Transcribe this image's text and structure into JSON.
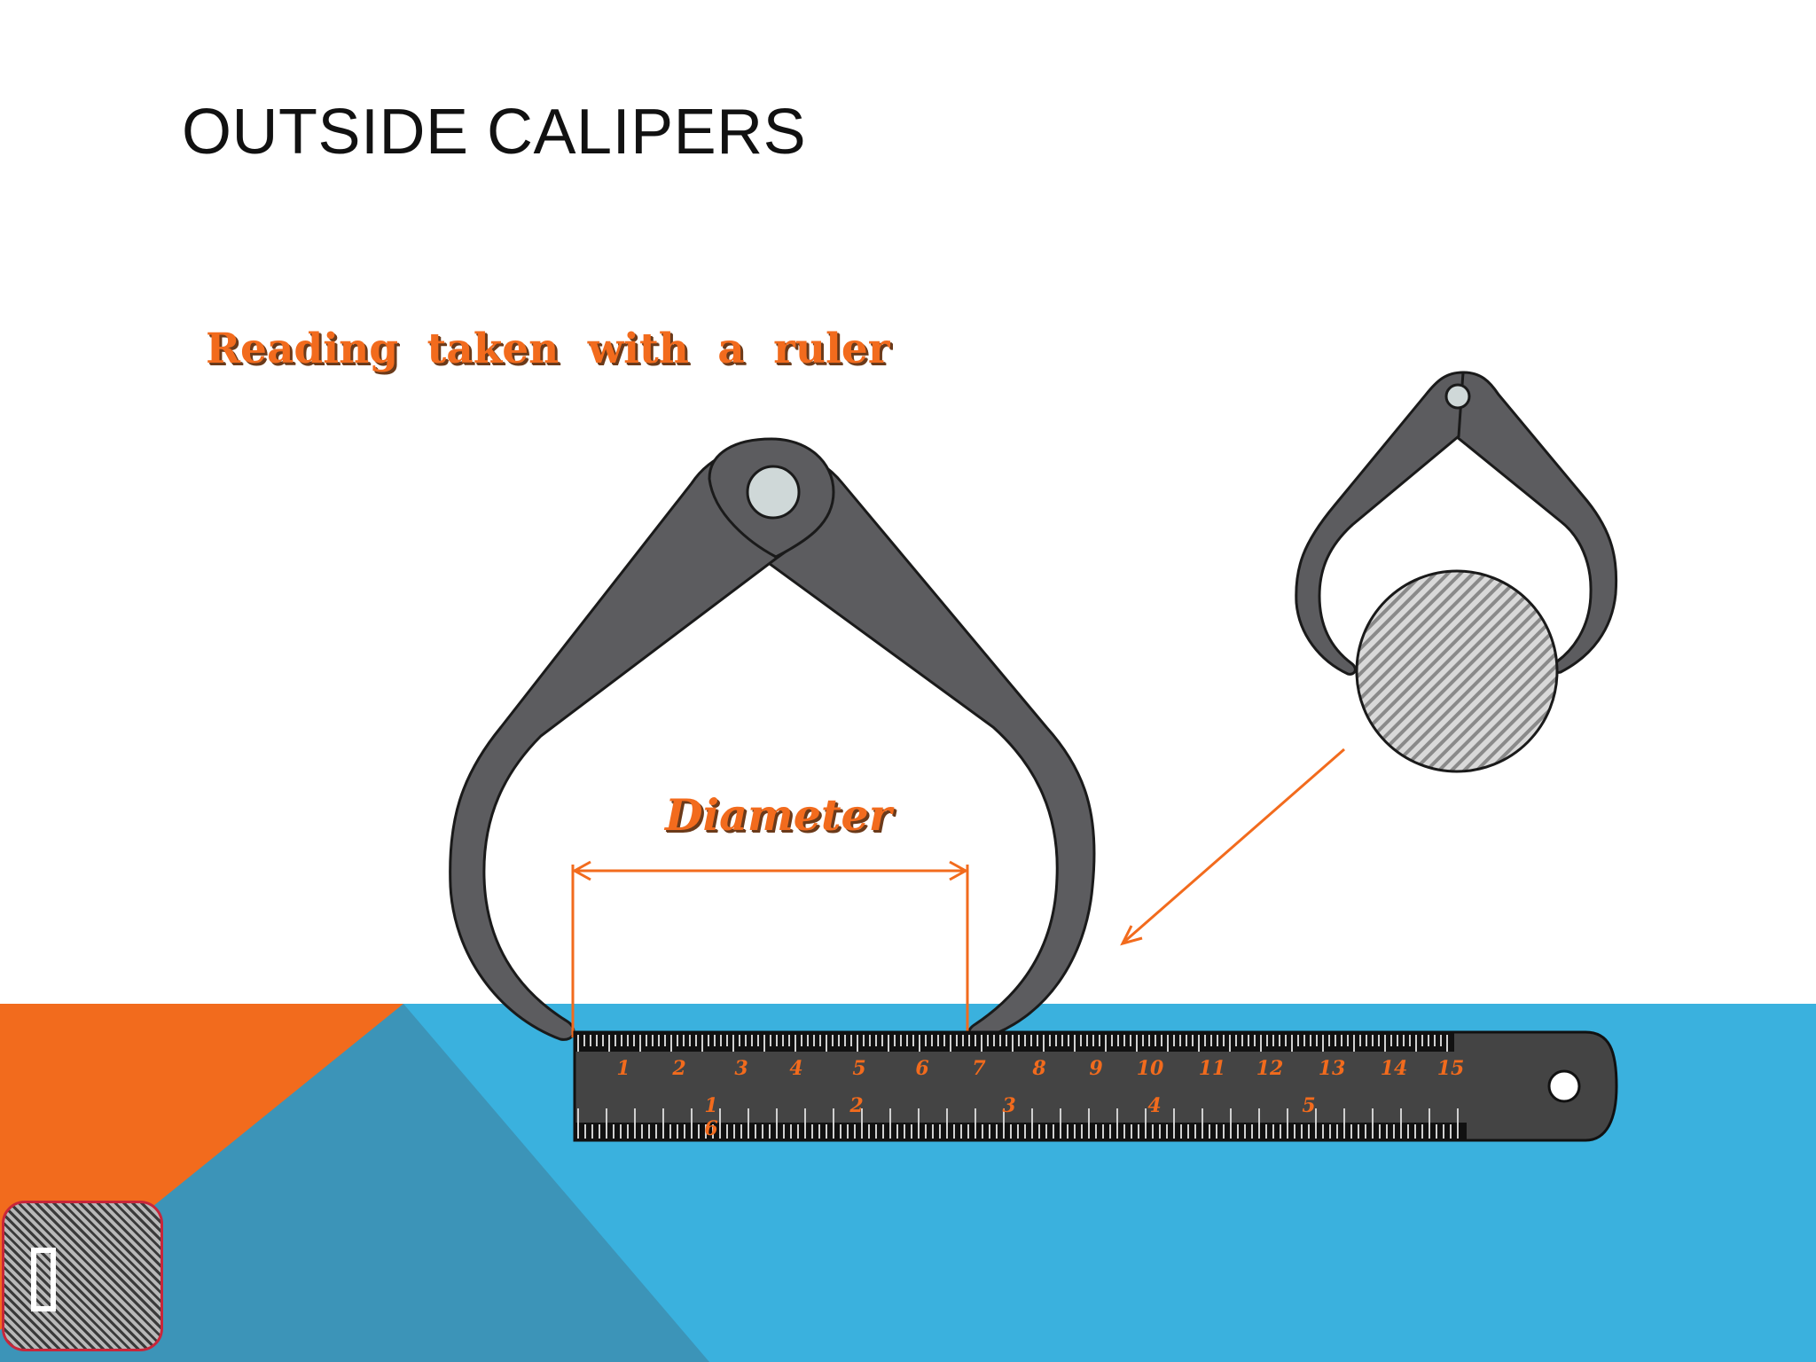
{
  "slide": {
    "title": "OUTSIDE CALIPERS",
    "subtitle": "Reading taken with a ruler",
    "diameter_label": "Diameter"
  },
  "ruler": {
    "top_numbers": [
      "1",
      "2",
      "3",
      "4",
      "5",
      "6",
      "7",
      "8",
      "9",
      "10",
      "11",
      "12",
      "13",
      "14",
      "15"
    ],
    "bottom_numbers": [
      "1",
      "2",
      "3",
      "4",
      "5"
    ],
    "bottom_extra": "6"
  },
  "colors": {
    "accent_orange": "#f26b1d",
    "blue": "#3ab1de",
    "blue_dark": "#3c94b8",
    "caliper_gray": "#5c5c5f",
    "ruler_dark": "#444444"
  },
  "icons": {
    "corner_button": "rectangle-outline-icon"
  }
}
